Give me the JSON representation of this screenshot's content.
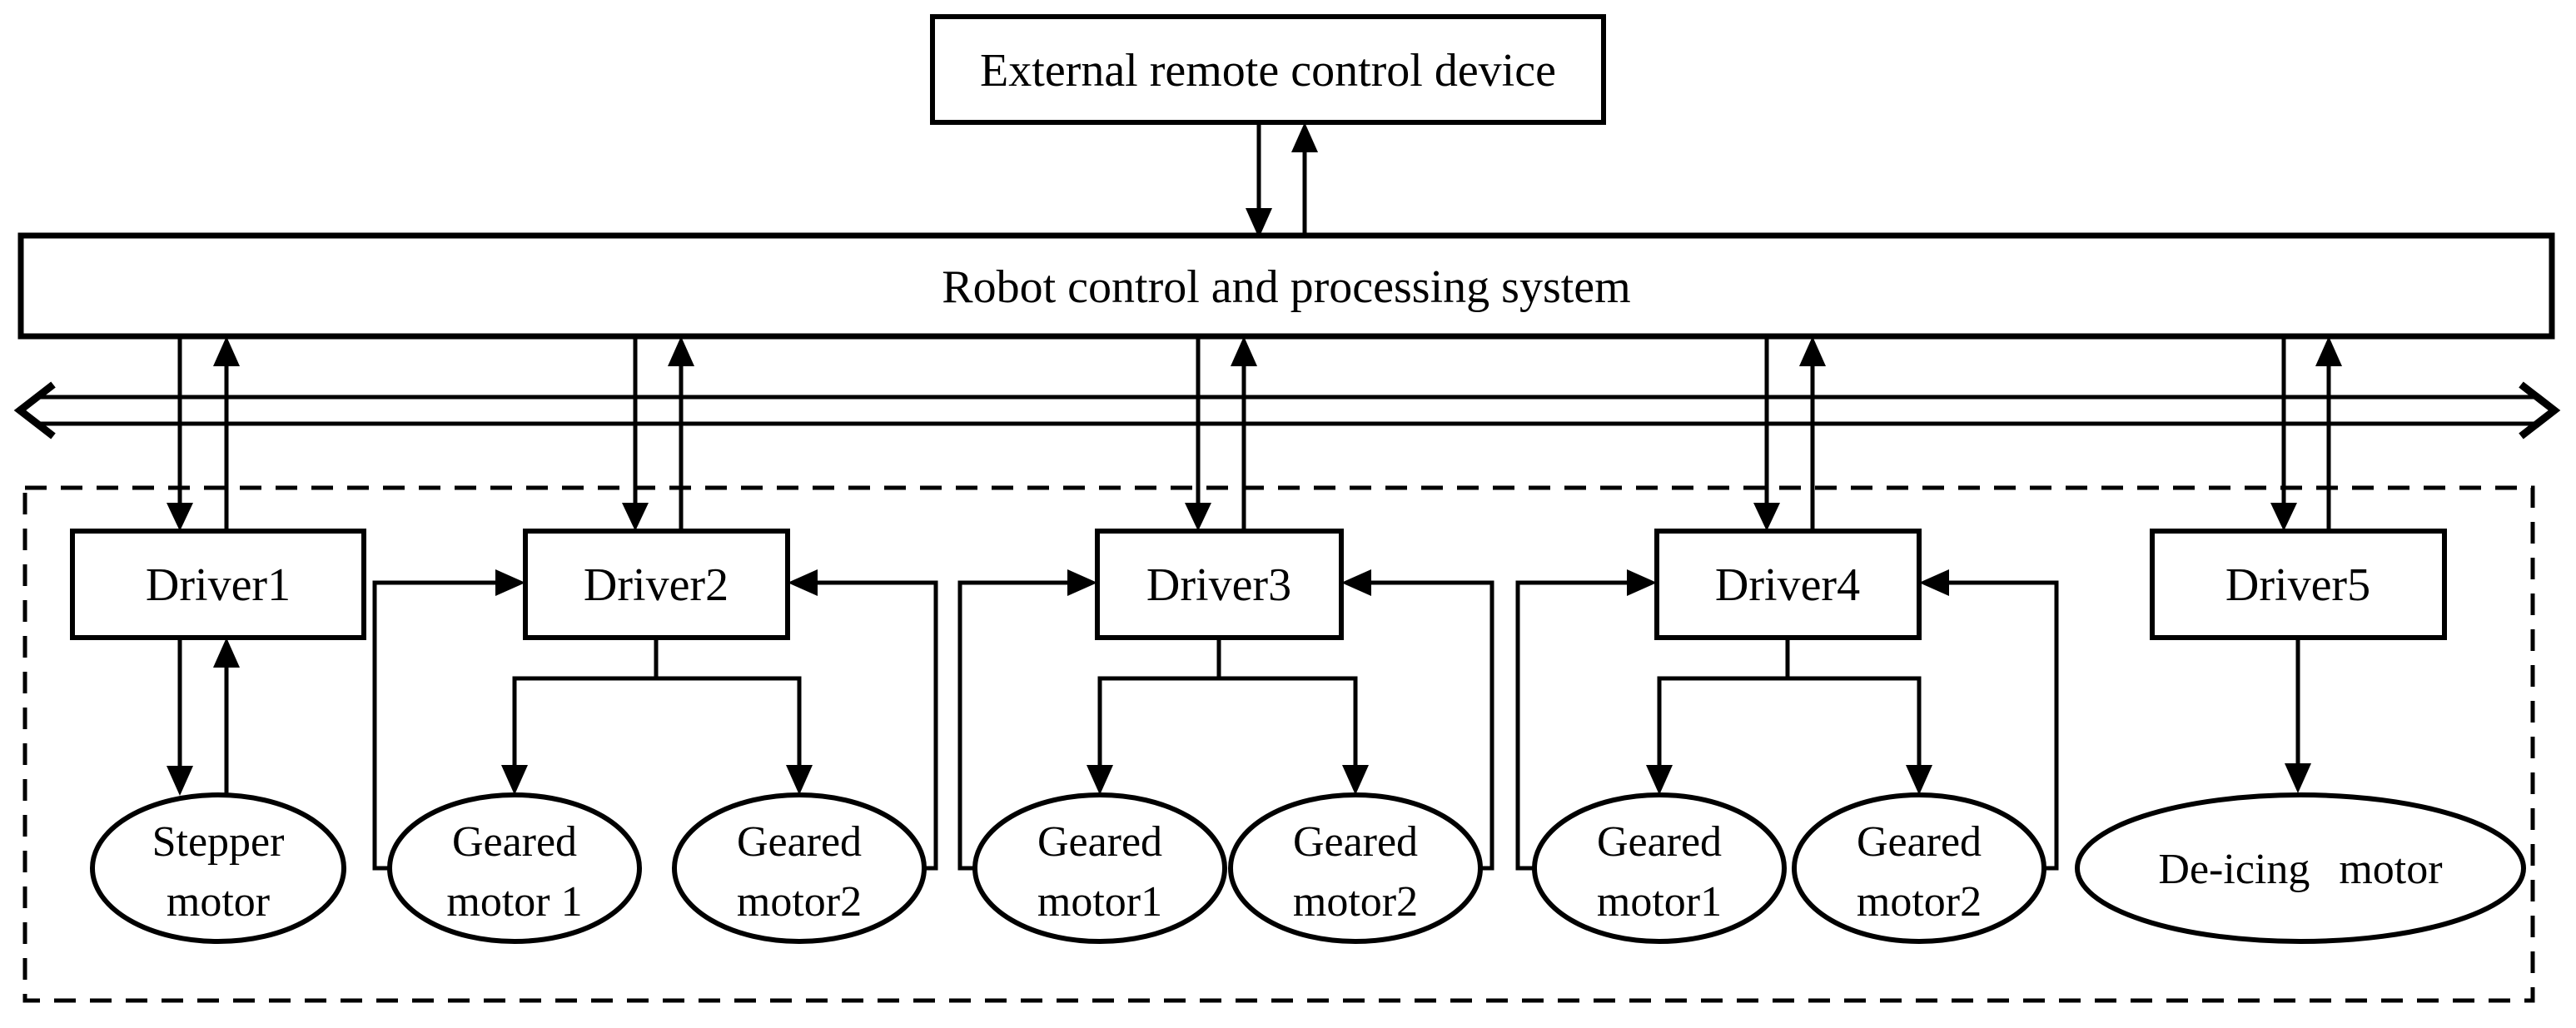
{
  "nodes": {
    "external": "External remote control device",
    "controller": "Robot control and processing system",
    "driver1": "Driver1",
    "driver2": "Driver2",
    "driver3": "Driver3",
    "driver4": "Driver4",
    "driver5": "Driver5",
    "stepper": {
      "line1": "Stepper",
      "line2": "motor"
    },
    "d2m1": {
      "line1": "Geared",
      "line2": "motor 1"
    },
    "d2m2": {
      "line1": "Geared",
      "line2": "motor2"
    },
    "d3m1": {
      "line1": "Geared",
      "line2": "motor1"
    },
    "d3m2": {
      "line1": "Geared",
      "line2": "motor2"
    },
    "d4m1": {
      "line1": "Geared",
      "line2": "motor1"
    },
    "d4m2": {
      "line1": "Geared",
      "line2": "motor2"
    },
    "deicing": "De-icing motor"
  },
  "colors": {
    "ink": "#000000",
    "background": "#ffffff"
  },
  "connections": [
    {
      "from": "external",
      "to": "controller",
      "type": "bidirectional"
    },
    {
      "from": "controller",
      "to": "bus",
      "type": "bidirectional-bus"
    },
    {
      "from": "bus",
      "to": "driver1",
      "type": "bidirectional"
    },
    {
      "from": "bus",
      "to": "driver2",
      "type": "bidirectional"
    },
    {
      "from": "bus",
      "to": "driver3",
      "type": "bidirectional"
    },
    {
      "from": "bus",
      "to": "driver4",
      "type": "bidirectional"
    },
    {
      "from": "bus",
      "to": "driver5",
      "type": "bidirectional"
    },
    {
      "from": "driver1",
      "to": "stepper",
      "type": "bidirectional"
    },
    {
      "from": "driver2",
      "to": "d2m1",
      "type": "drive"
    },
    {
      "from": "driver2",
      "to": "d2m2",
      "type": "drive"
    },
    {
      "from": "d2m1",
      "to": "driver2",
      "type": "feedback"
    },
    {
      "from": "d2m2",
      "to": "driver2",
      "type": "feedback"
    },
    {
      "from": "driver3",
      "to": "d3m1",
      "type": "drive"
    },
    {
      "from": "driver3",
      "to": "d3m2",
      "type": "drive"
    },
    {
      "from": "d3m1",
      "to": "driver3",
      "type": "feedback"
    },
    {
      "from": "d3m2",
      "to": "driver3",
      "type": "feedback"
    },
    {
      "from": "driver4",
      "to": "d4m1",
      "type": "drive"
    },
    {
      "from": "driver4",
      "to": "d4m2",
      "type": "drive"
    },
    {
      "from": "d4m1",
      "to": "driver4",
      "type": "feedback"
    },
    {
      "from": "d4m2",
      "to": "driver4",
      "type": "feedback"
    },
    {
      "from": "driver5",
      "to": "deicing",
      "type": "drive"
    }
  ]
}
